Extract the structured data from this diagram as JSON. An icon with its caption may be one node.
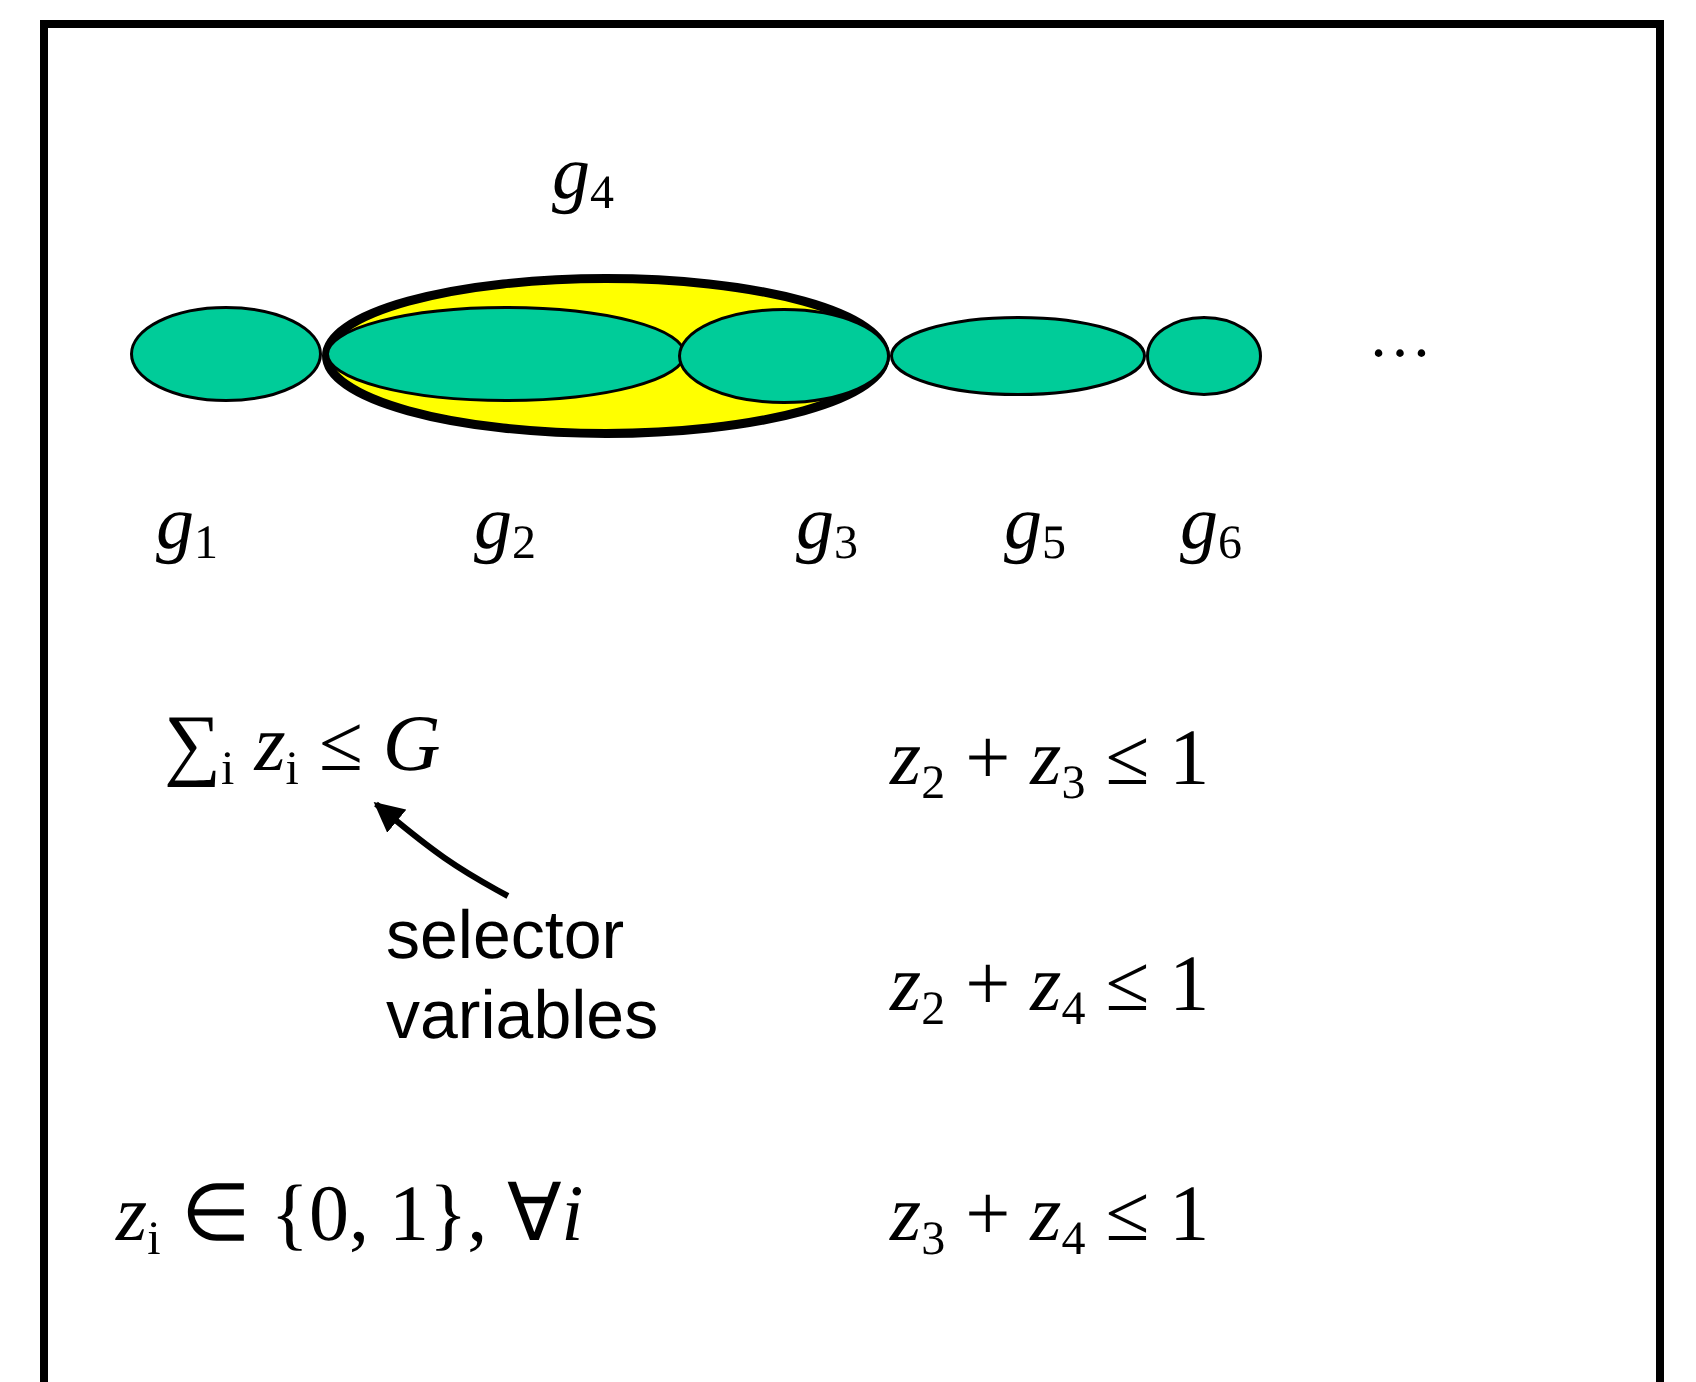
{
  "diagram": {
    "nodes": [
      {
        "text": [
          "*g*$_{1}$"
        ]
      },
      {
        "text": [
          "*g*$_{4}$"
        ]
      },
      {
        "text": [
          "*g*$_{2}$"
        ],
        "in": 1
      },
      {
        "text": [
          "*g*$_{3}$"
        ],
        "in": 1
      },
      {
        "text": [
          "*g*$_{5}$"
        ]
      },
      {
        "text": [
          "*g*$_{6}$"
        ]
      },
      {
        "text": [
          "∑$_{i}$ *z*$_{i}$ ≤ *G*"
        ]
      },
      {
        "text": [
          "selector variables"
        ]
      }
    ],
    "edges": [
      {
        "from": 7,
        "to": 6,
        "arrow": "to"
      }
    ],
    "labels": [
      "…",
      "*z*$_{2}$ + *z*$_{3}$ ≤ 1",
      "*z*$_{2}$ + *z*$_{4}$ ≤ 1",
      "*z*$_{i}$ ∈ {0, 1}, ∀*i*",
      "*z*$_{3}$ + *z*$_{4}$ ≤ 1"
    ]
  }
}
